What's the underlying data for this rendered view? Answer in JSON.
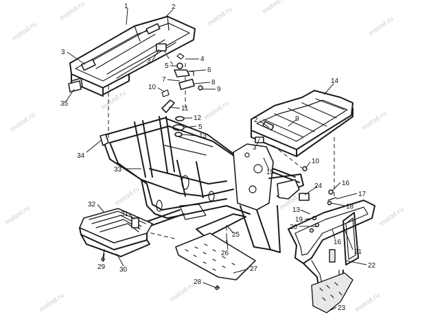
{
  "watermark": "motod.ru",
  "callouts": [
    {
      "id": "c1",
      "text": "1"
    },
    {
      "id": "c2a",
      "text": "2"
    },
    {
      "id": "c3a",
      "text": "3"
    },
    {
      "id": "c3b",
      "text": "3"
    },
    {
      "id": "c4",
      "text": "4"
    },
    {
      "id": "c5a",
      "text": "5"
    },
    {
      "id": "c6",
      "text": "6"
    },
    {
      "id": "c7",
      "text": "7"
    },
    {
      "id": "c8",
      "text": "8"
    },
    {
      "id": "c9a",
      "text": "9"
    },
    {
      "id": "c35",
      "text": "35"
    },
    {
      "id": "c10a",
      "text": "10"
    },
    {
      "id": "c11",
      "text": "11"
    },
    {
      "id": "c12",
      "text": "12"
    },
    {
      "id": "c5b",
      "text": "5"
    },
    {
      "id": "c13a",
      "text": "13"
    },
    {
      "id": "c14",
      "text": "14"
    },
    {
      "id": "c2b",
      "text": "2"
    },
    {
      "id": "c9b",
      "text": "9"
    },
    {
      "id": "c3c",
      "text": "3"
    },
    {
      "id": "c15",
      "text": "15"
    },
    {
      "id": "c10b",
      "text": "10"
    },
    {
      "id": "c34",
      "text": "34"
    },
    {
      "id": "c33",
      "text": "33"
    },
    {
      "id": "c16a",
      "text": "16"
    },
    {
      "id": "c24",
      "text": "24"
    },
    {
      "id": "c17",
      "text": "17"
    },
    {
      "id": "c18",
      "text": "18"
    },
    {
      "id": "c13b",
      "text": "13"
    },
    {
      "id": "c32",
      "text": "32"
    },
    {
      "id": "c31",
      "text": "31"
    },
    {
      "id": "c19",
      "text": "19"
    },
    {
      "id": "c20",
      "text": "20"
    },
    {
      "id": "c16b",
      "text": "16"
    },
    {
      "id": "c25",
      "text": "25"
    },
    {
      "id": "c21",
      "text": "21"
    },
    {
      "id": "c26",
      "text": "26"
    },
    {
      "id": "c29",
      "text": "29"
    },
    {
      "id": "c30",
      "text": "30"
    },
    {
      "id": "c22",
      "text": "22"
    },
    {
      "id": "c27",
      "text": "27"
    },
    {
      "id": "c28",
      "text": "28"
    },
    {
      "id": "c23",
      "text": "23"
    }
  ]
}
